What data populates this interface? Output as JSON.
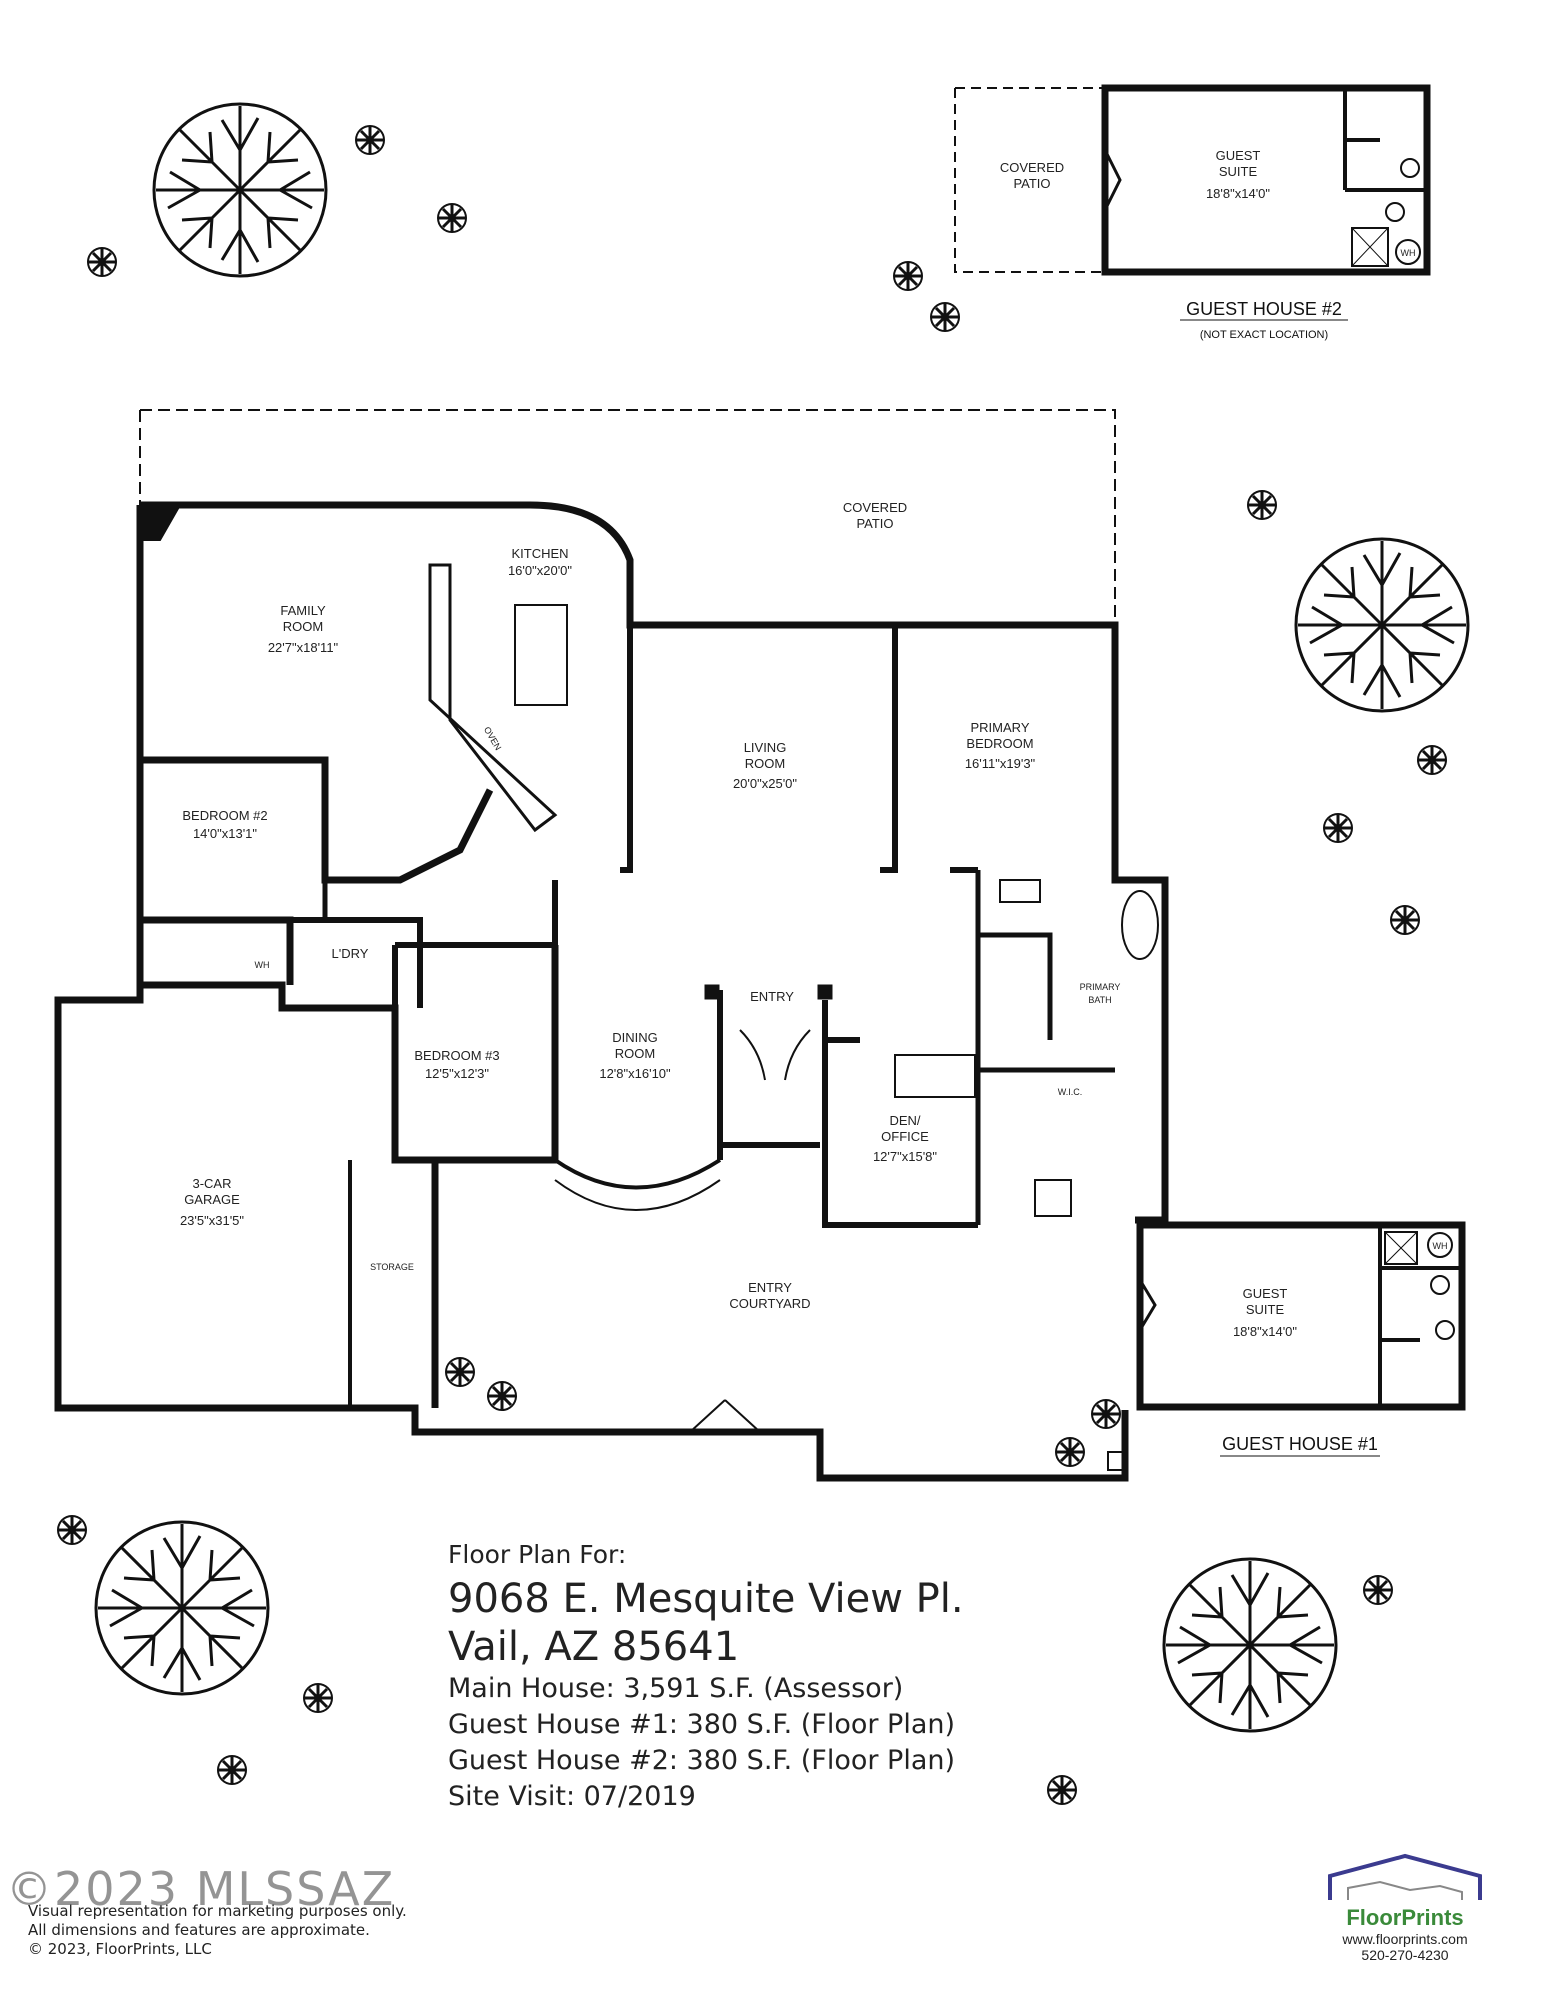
{
  "guest_house_2": {
    "title": "GUEST HOUSE #2",
    "subtitle": "(NOT EXACT LOCATION)",
    "covered_patio": [
      "COVERED",
      "PATIO"
    ],
    "guest_suite": [
      "GUEST",
      "SUITE"
    ],
    "guest_suite_dim": "18'8\"x14'0\"",
    "wh": "WH"
  },
  "main_house": {
    "covered_patio": [
      "COVERED",
      "PATIO"
    ],
    "kitchen": "KITCHEN",
    "kitchen_dim": "16'0\"x20'0\"",
    "family_room": [
      "FAMILY",
      "ROOM"
    ],
    "family_room_dim": "22'7\"x18'11\"",
    "oven": "OVEN",
    "living_room": [
      "LIVING",
      "ROOM"
    ],
    "living_room_dim": "20'0\"x25'0\"",
    "primary_bedroom": [
      "PRIMARY",
      "BEDROOM"
    ],
    "primary_bedroom_dim": "16'11\"x19'3\"",
    "bedroom2": "BEDROOM #2",
    "bedroom2_dim": "14'0\"x13'1\"",
    "laundry": "L'DRY",
    "wh": "WH",
    "bedroom3": "BEDROOM #3",
    "bedroom3_dim": "12'5\"x12'3\"",
    "dining_room": [
      "DINING",
      "ROOM"
    ],
    "dining_room_dim": "12'8\"x16'10\"",
    "entry": "ENTRY",
    "primary_bath": [
      "PRIMARY",
      "BATH"
    ],
    "wic": "W.I.C.",
    "den_office": [
      "DEN/",
      "OFFICE"
    ],
    "den_office_dim": "12'7\"x15'8\"",
    "garage": [
      "3-CAR",
      "GARAGE"
    ],
    "garage_dim": "23'5\"x31'5\"",
    "storage": "STORAGE",
    "entry_courtyard": [
      "ENTRY",
      "COURTYARD"
    ]
  },
  "guest_house_1": {
    "title": "GUEST HOUSE #1",
    "guest_suite": [
      "GUEST",
      "SUITE"
    ],
    "guest_suite_dim": "18'8\"x14'0\"",
    "wh": "WH"
  },
  "info": {
    "intro": "Floor Plan For:",
    "address_line1": "9068 E. Mesquite View Pl.",
    "address_line2": "Vail, AZ  85641",
    "main_house": "Main House:  3,591 S.F. (Assessor)",
    "guest_house_1": "Guest House #1:  380 S.F. (Floor Plan)",
    "guest_house_2": "Guest House #2:  380 S.F. (Floor Plan)",
    "site_visit": "Site Visit:  07/2019"
  },
  "footer": {
    "watermark": "©2023 MLSSAZ",
    "disclaimer": "Visual representation for marketing purposes only.",
    "dimensions": "All dimensions and features are approximate.",
    "copyright": "© 2023, FloorPrints, LLC"
  },
  "logo": {
    "brand": "FloorPrints",
    "website": "www.floorprints.com",
    "phone": "520-270-4230",
    "roof_color": "#3b3b8f",
    "brand_color": "#3a8a3a"
  }
}
